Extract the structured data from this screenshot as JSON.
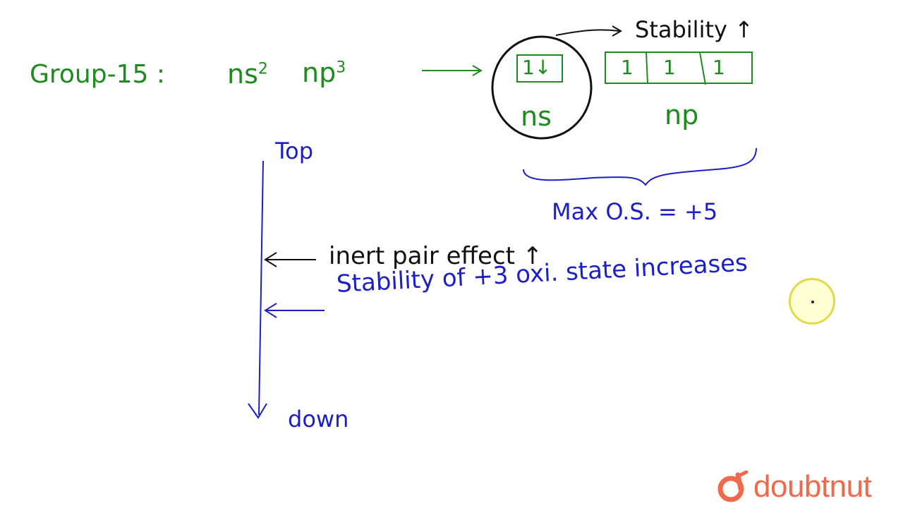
{
  "board": {
    "group_label": "Group-15 :",
    "config_ns": "ns",
    "config_ns_exp": "2",
    "config_np": "np",
    "config_np_exp": "3",
    "box_ns_arrows": "1↓",
    "box_np_1": "1",
    "box_np_2": "1",
    "box_np_3": "1",
    "label_ns": "ns",
    "label_np": "np",
    "stability_note": "Stability ↑",
    "max_os": "Max O.S. = +5",
    "top_label": "Top",
    "down_label": "down",
    "inert_pair": "inert pair effect ↑",
    "stability_plus3": "Stability of +3 oxi. state increases"
  },
  "colors": {
    "green_ink": "#1f8a1f",
    "blue_ink": "#1c1fc7",
    "black_ink": "#111111",
    "logo": "#f0694a"
  },
  "watermark": {
    "brand": "doubtnut",
    "icon": "doubtnut-logo-icon"
  }
}
